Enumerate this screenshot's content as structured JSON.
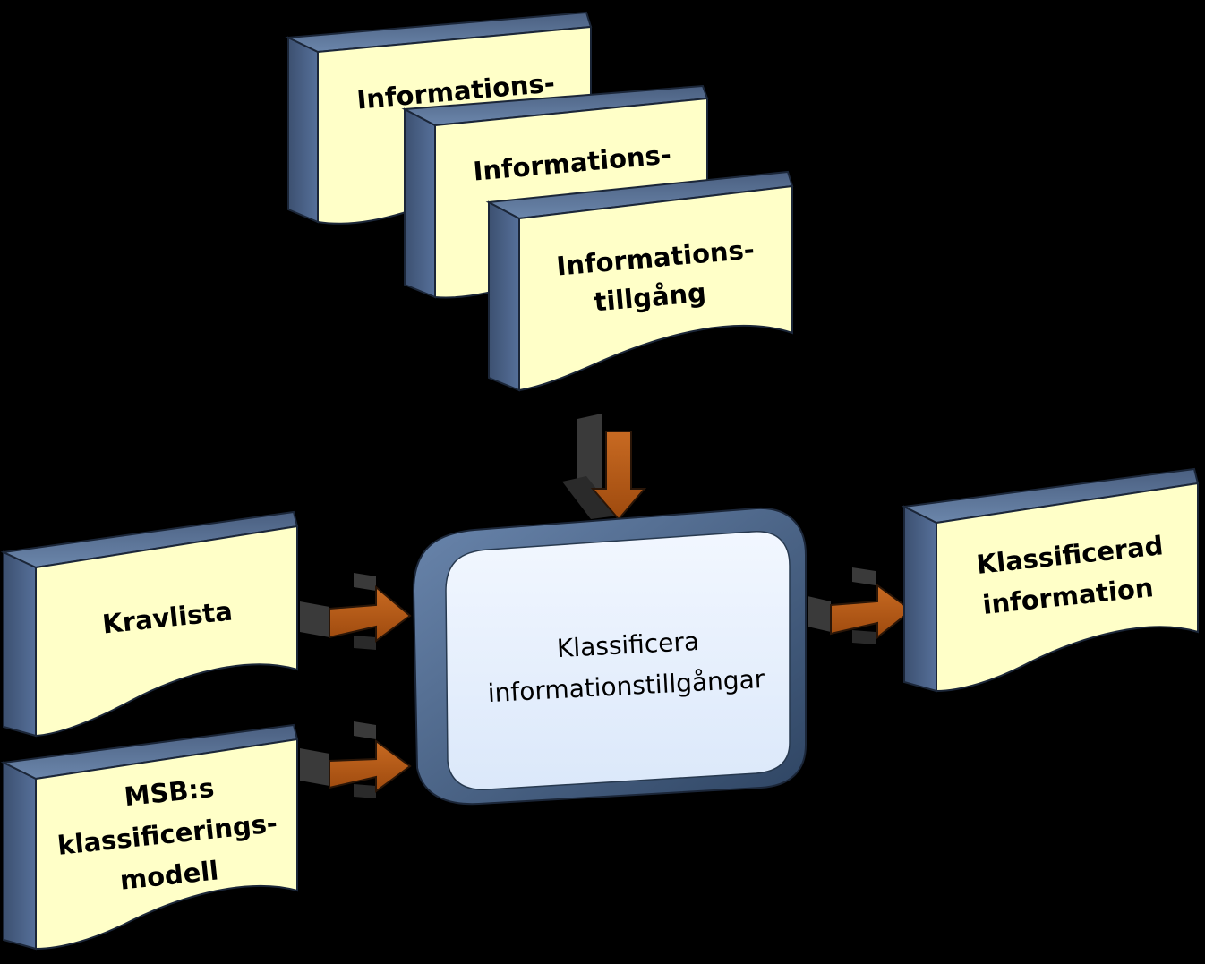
{
  "diagram": {
    "inputs_stack": [
      {
        "line1": "Informations-"
      },
      {
        "line1": "Informations-"
      },
      {
        "line1": "Informations-",
        "line2": "tillgång"
      }
    ],
    "requirements": {
      "label": "Kravlista"
    },
    "model": {
      "line1": "MSB:s",
      "line2": "klassificerings-",
      "line3": "modell"
    },
    "process": {
      "line1": "Klassificera",
      "line2": "informationstillgångar"
    },
    "output": {
      "line1": "Klassificerad",
      "line2": "information"
    },
    "colors": {
      "document_fill": "#ffffc8",
      "document_side": "#4a5f7e",
      "document_top": "#5f7899",
      "process_fill": "#e6f0ff",
      "process_frame": "#3e5879",
      "arrow": "#b85a14"
    }
  }
}
